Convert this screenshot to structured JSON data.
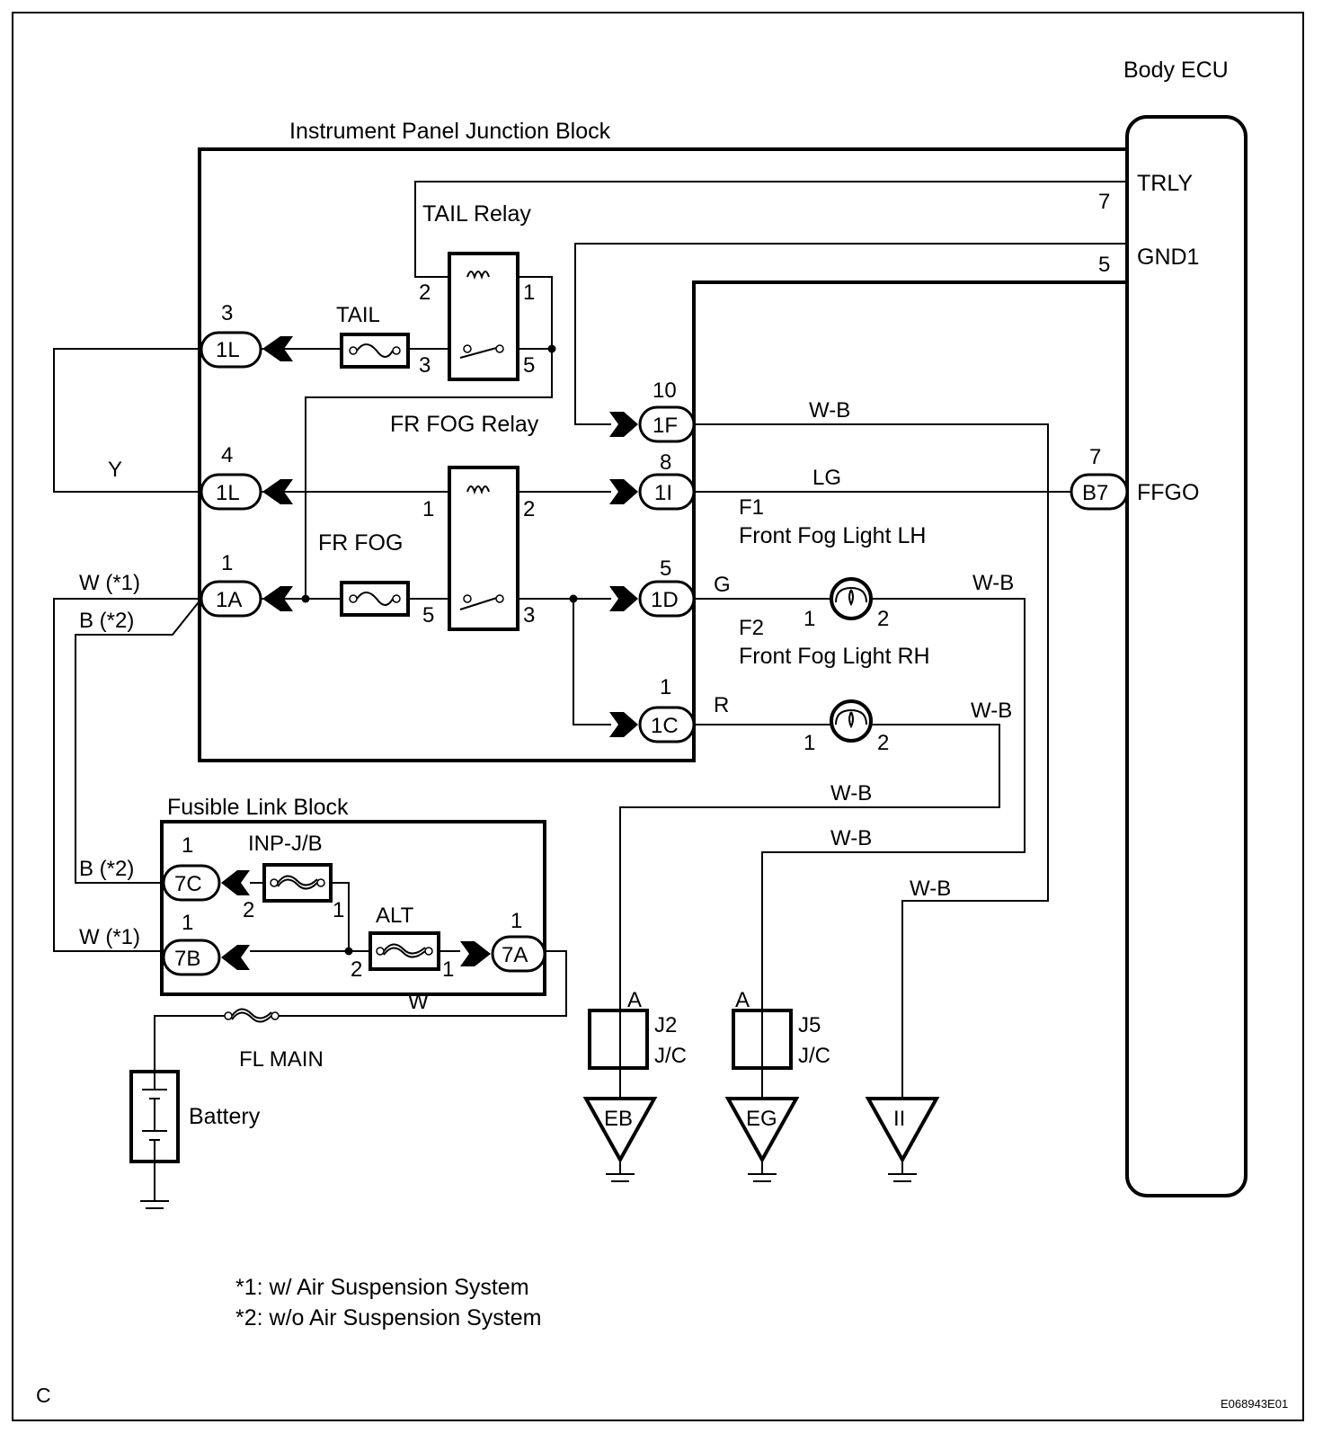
{
  "diagram": {
    "corner_letter": "C",
    "figure_code": "E068943E01",
    "blocks": {
      "body_ecu": "Body ECU",
      "ip_jb": "Instrument Panel Junction Block",
      "fusible_link_block": "Fusible Link Block"
    },
    "ecu_pins": [
      {
        "name": "TRLY",
        "num": "7"
      },
      {
        "name": "GND1",
        "num": "5"
      },
      {
        "name": "FFGO",
        "num": "7",
        "connector": "B7"
      }
    ],
    "relays": {
      "tail": {
        "label": "TAIL Relay",
        "pins": [
          "2",
          "1",
          "3",
          "5"
        ]
      },
      "fog": {
        "label": "FR FOG Relay",
        "pins": [
          "1",
          "2",
          "5",
          "3"
        ]
      }
    },
    "fuses": {
      "tail": "TAIL",
      "fog": "FR FOG",
      "inp_jb": "INP-J/B",
      "alt": "ALT",
      "fl_main": "FL MAIN"
    },
    "connectors": [
      {
        "id": "1L",
        "pin": "3"
      },
      {
        "id": "1L",
        "pin": "4"
      },
      {
        "id": "1A",
        "pin": "1"
      },
      {
        "id": "1F",
        "pin": "10"
      },
      {
        "id": "1I",
        "pin": "8"
      },
      {
        "id": "1D",
        "pin": "5"
      },
      {
        "id": "1C",
        "pin": "1"
      },
      {
        "id": "7C",
        "pin": "1"
      },
      {
        "id": "7B",
        "pin": "1"
      },
      {
        "id": "7A",
        "pin": "1"
      }
    ],
    "fuse_pins": {
      "inp_left": "2",
      "inp_right": "1",
      "alt_left": "2",
      "alt_right": "1"
    },
    "wire_colors": {
      "y": "Y",
      "w1": "W (*1)",
      "b2": "B (*2)",
      "w": "W",
      "wb": "W-B",
      "lg": "LG",
      "g": "G",
      "r": "R"
    },
    "lights": [
      {
        "id": "F1",
        "name": "Front Fog Light LH",
        "pins": [
          "1",
          "2"
        ]
      },
      {
        "id": "F2",
        "name": "Front Fog Light RH",
        "pins": [
          "1",
          "2"
        ]
      }
    ],
    "junctions": [
      {
        "id": "J2",
        "type": "J/C",
        "pin": "A",
        "ground": "EB"
      },
      {
        "id": "J5",
        "type": "J/C",
        "pin": "A",
        "ground": "EG"
      }
    ],
    "ground_ii": "II",
    "battery": "Battery",
    "notes": [
      "*1: w/ Air Suspension System",
      "*2: w/o Air Suspension System"
    ]
  }
}
